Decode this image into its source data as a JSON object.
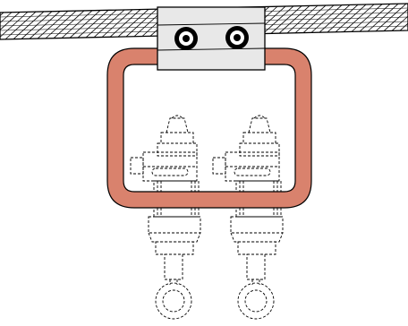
{
  "diagram": {
    "components": [
      {
        "id": "conductor",
        "icon": "stranded-cable-icon"
      },
      {
        "id": "clamp",
        "icon": "cable-clamp-icon",
        "bolts": 2
      },
      {
        "id": "loop",
        "icon": "conductive-loop-icon",
        "color": "#d9826d"
      },
      {
        "id": "device-left",
        "icon": "dashed-clamp-device-icon",
        "style": "dashed outline"
      },
      {
        "id": "device-right",
        "icon": "dashed-clamp-device-icon",
        "style": "dashed outline"
      }
    ],
    "colors": {
      "loop_fill": "#d9826d",
      "clamp_fill": "#e8e8e8",
      "cable_fill": "#ffffff",
      "stroke": "#000000"
    }
  }
}
